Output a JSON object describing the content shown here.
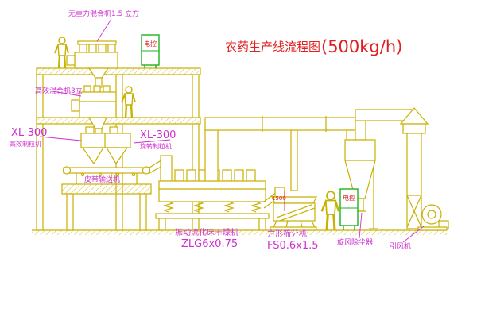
{
  "colors": {
    "line": "#c8b100",
    "magenta": "#cf2fcf",
    "red": "#e02020",
    "green": "#1db31d",
    "background": "#ffffff"
  },
  "title": {
    "main": "农药生产线流程图",
    "capacity": "(500kg/h)"
  },
  "equipment": {
    "roof_mixer": {
      "label": "无重力混合机1.5 立方"
    },
    "floor_mixer": {
      "label": "高效混合机3立"
    },
    "granulator_left": {
      "model": "XL-300",
      "name": "高效制粒机"
    },
    "granulator_mid": {
      "model": "XL-300",
      "name": "旋转制粒机"
    },
    "conveyor": {
      "name": "皮带输送机"
    },
    "dryer": {
      "name": "振动流化床干燥机",
      "model": "ZLG6x0.75"
    },
    "sieve": {
      "name": "方形筛分机",
      "model": "FS0.6x1.5",
      "dim": "1500"
    },
    "cyclone": {
      "name": "旋风除尘器"
    },
    "fan": {
      "name": "引风机"
    },
    "cabinet": {
      "text": "电控"
    }
  }
}
